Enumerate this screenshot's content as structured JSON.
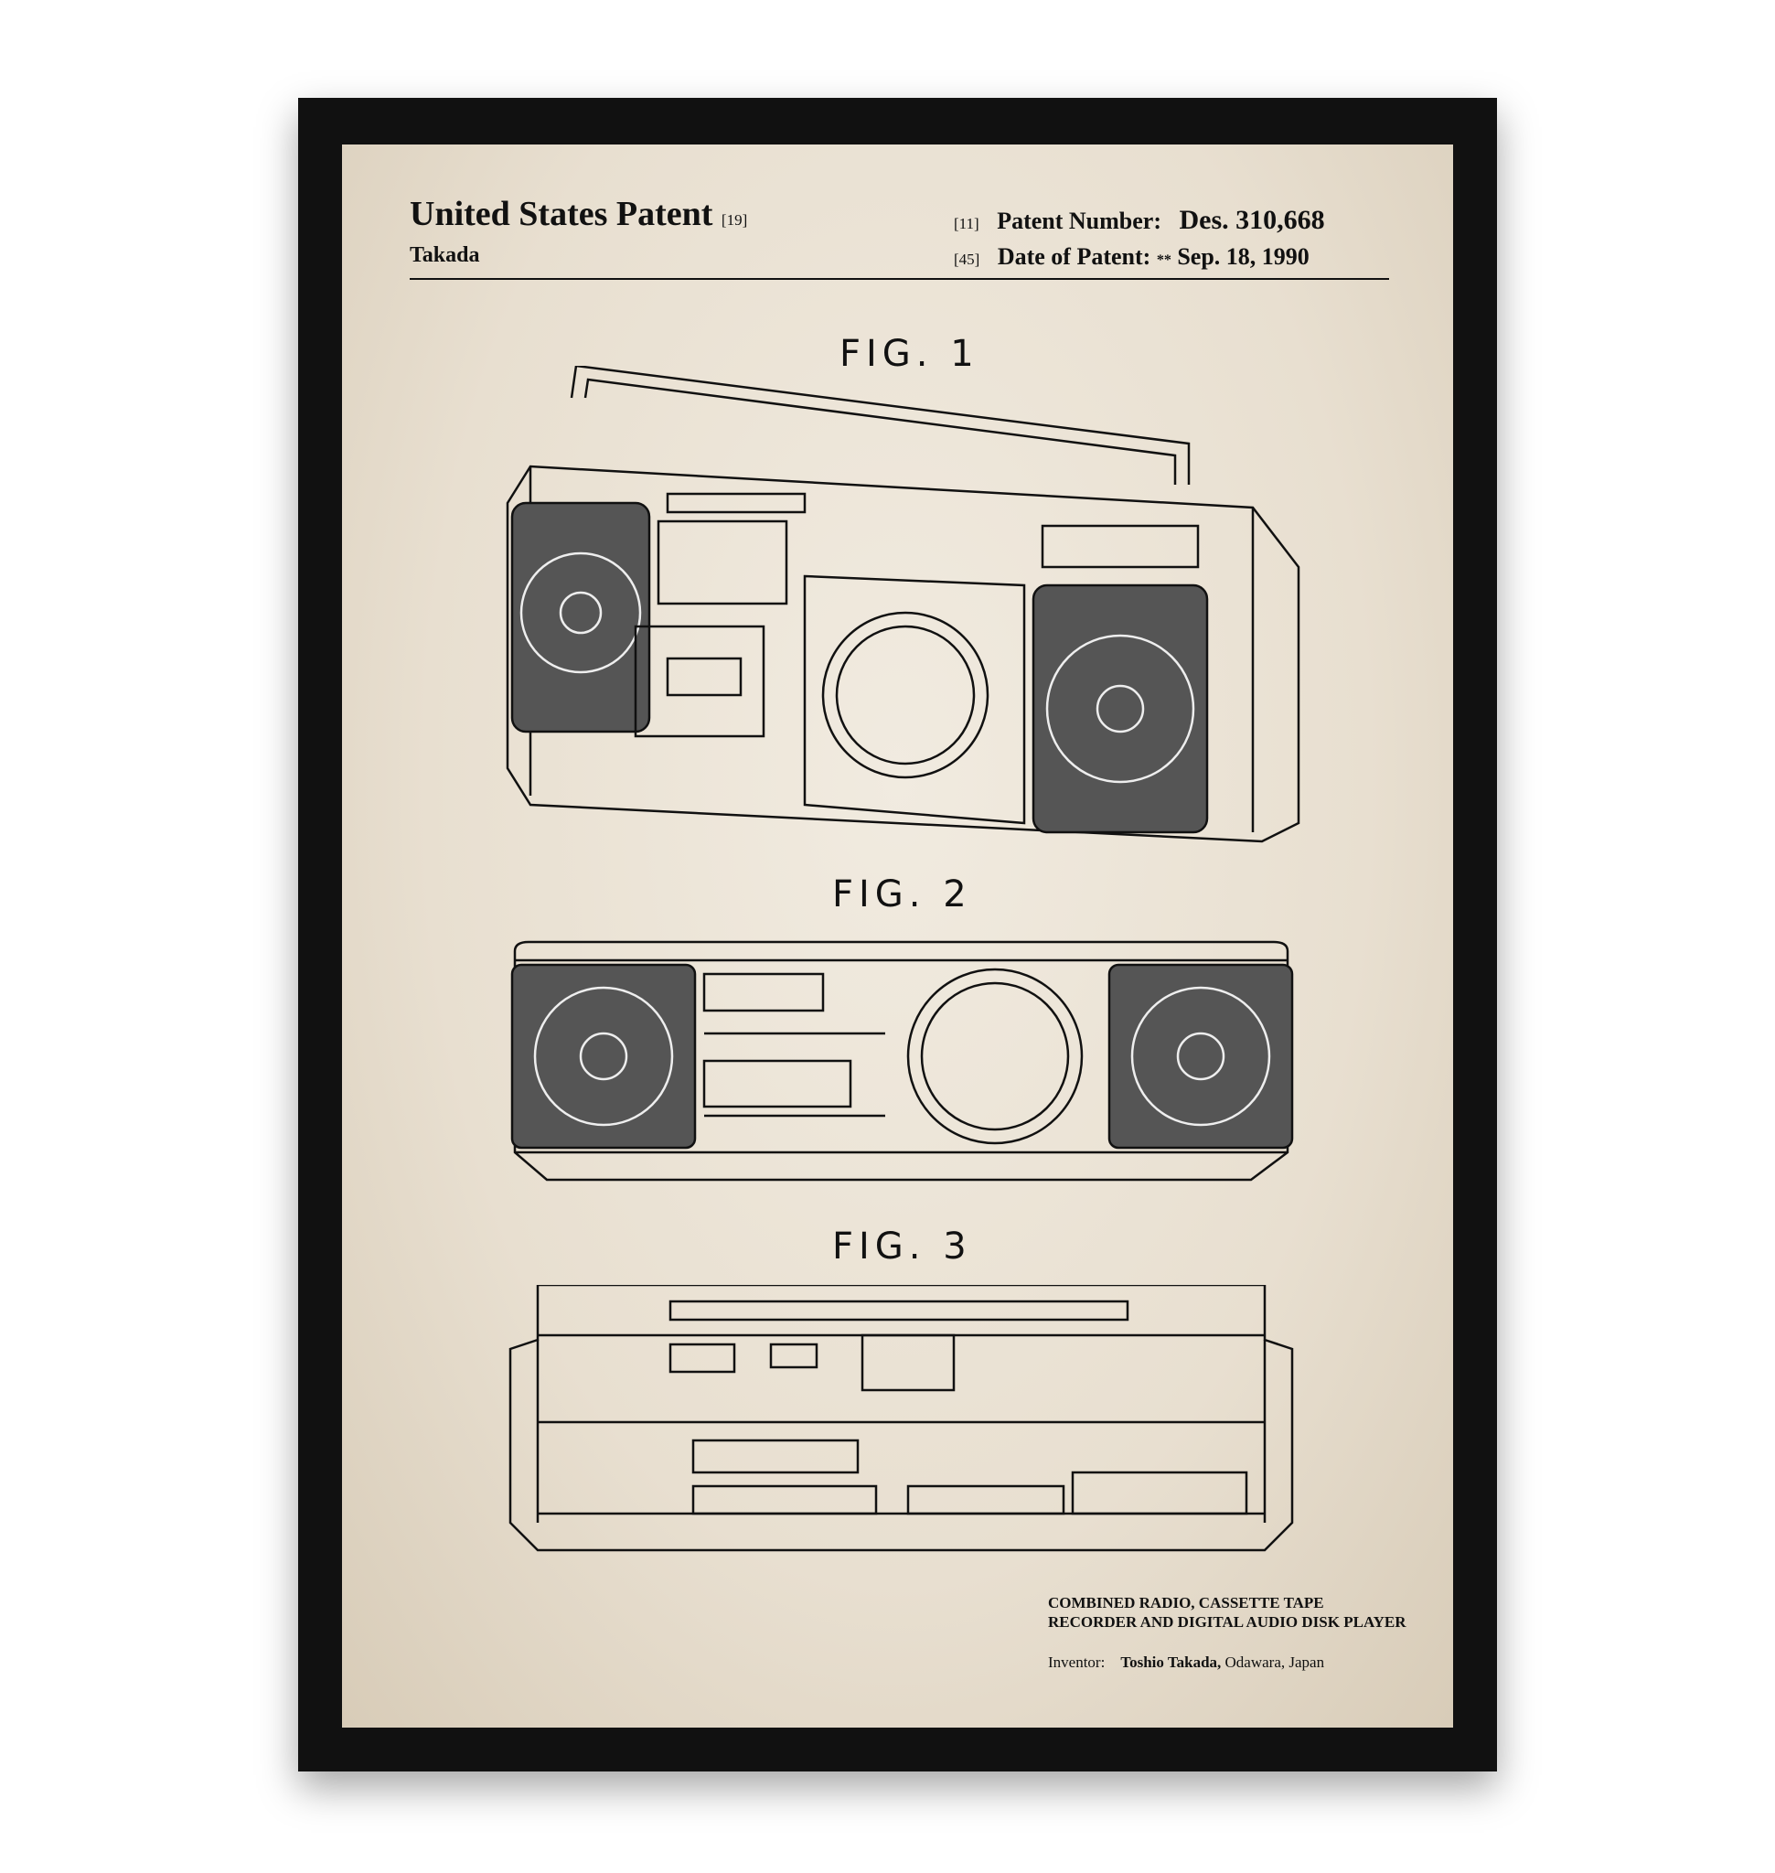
{
  "header": {
    "title": "United States Patent",
    "title_ref": "[19]",
    "inventor_surname": "Takada",
    "number_ref": "[11]",
    "number_label": "Patent Number:",
    "number_value": "Des. 310,668",
    "date_ref": "[45]",
    "date_label": "Date of Patent:",
    "date_mark": "**",
    "date_value": "Sep. 18, 1990"
  },
  "figures": [
    "FIG. 1",
    "FIG. 2",
    "FIG. 3"
  ],
  "footer": {
    "title": "COMBINED RADIO, CASSETTE TAPE RECORDER AND DIGITAL AUDIO DISK PLAYER",
    "inventor_label": "Inventor:",
    "inventor_name": "Toshio Takada,",
    "inventor_place": "Odawara, Japan"
  }
}
